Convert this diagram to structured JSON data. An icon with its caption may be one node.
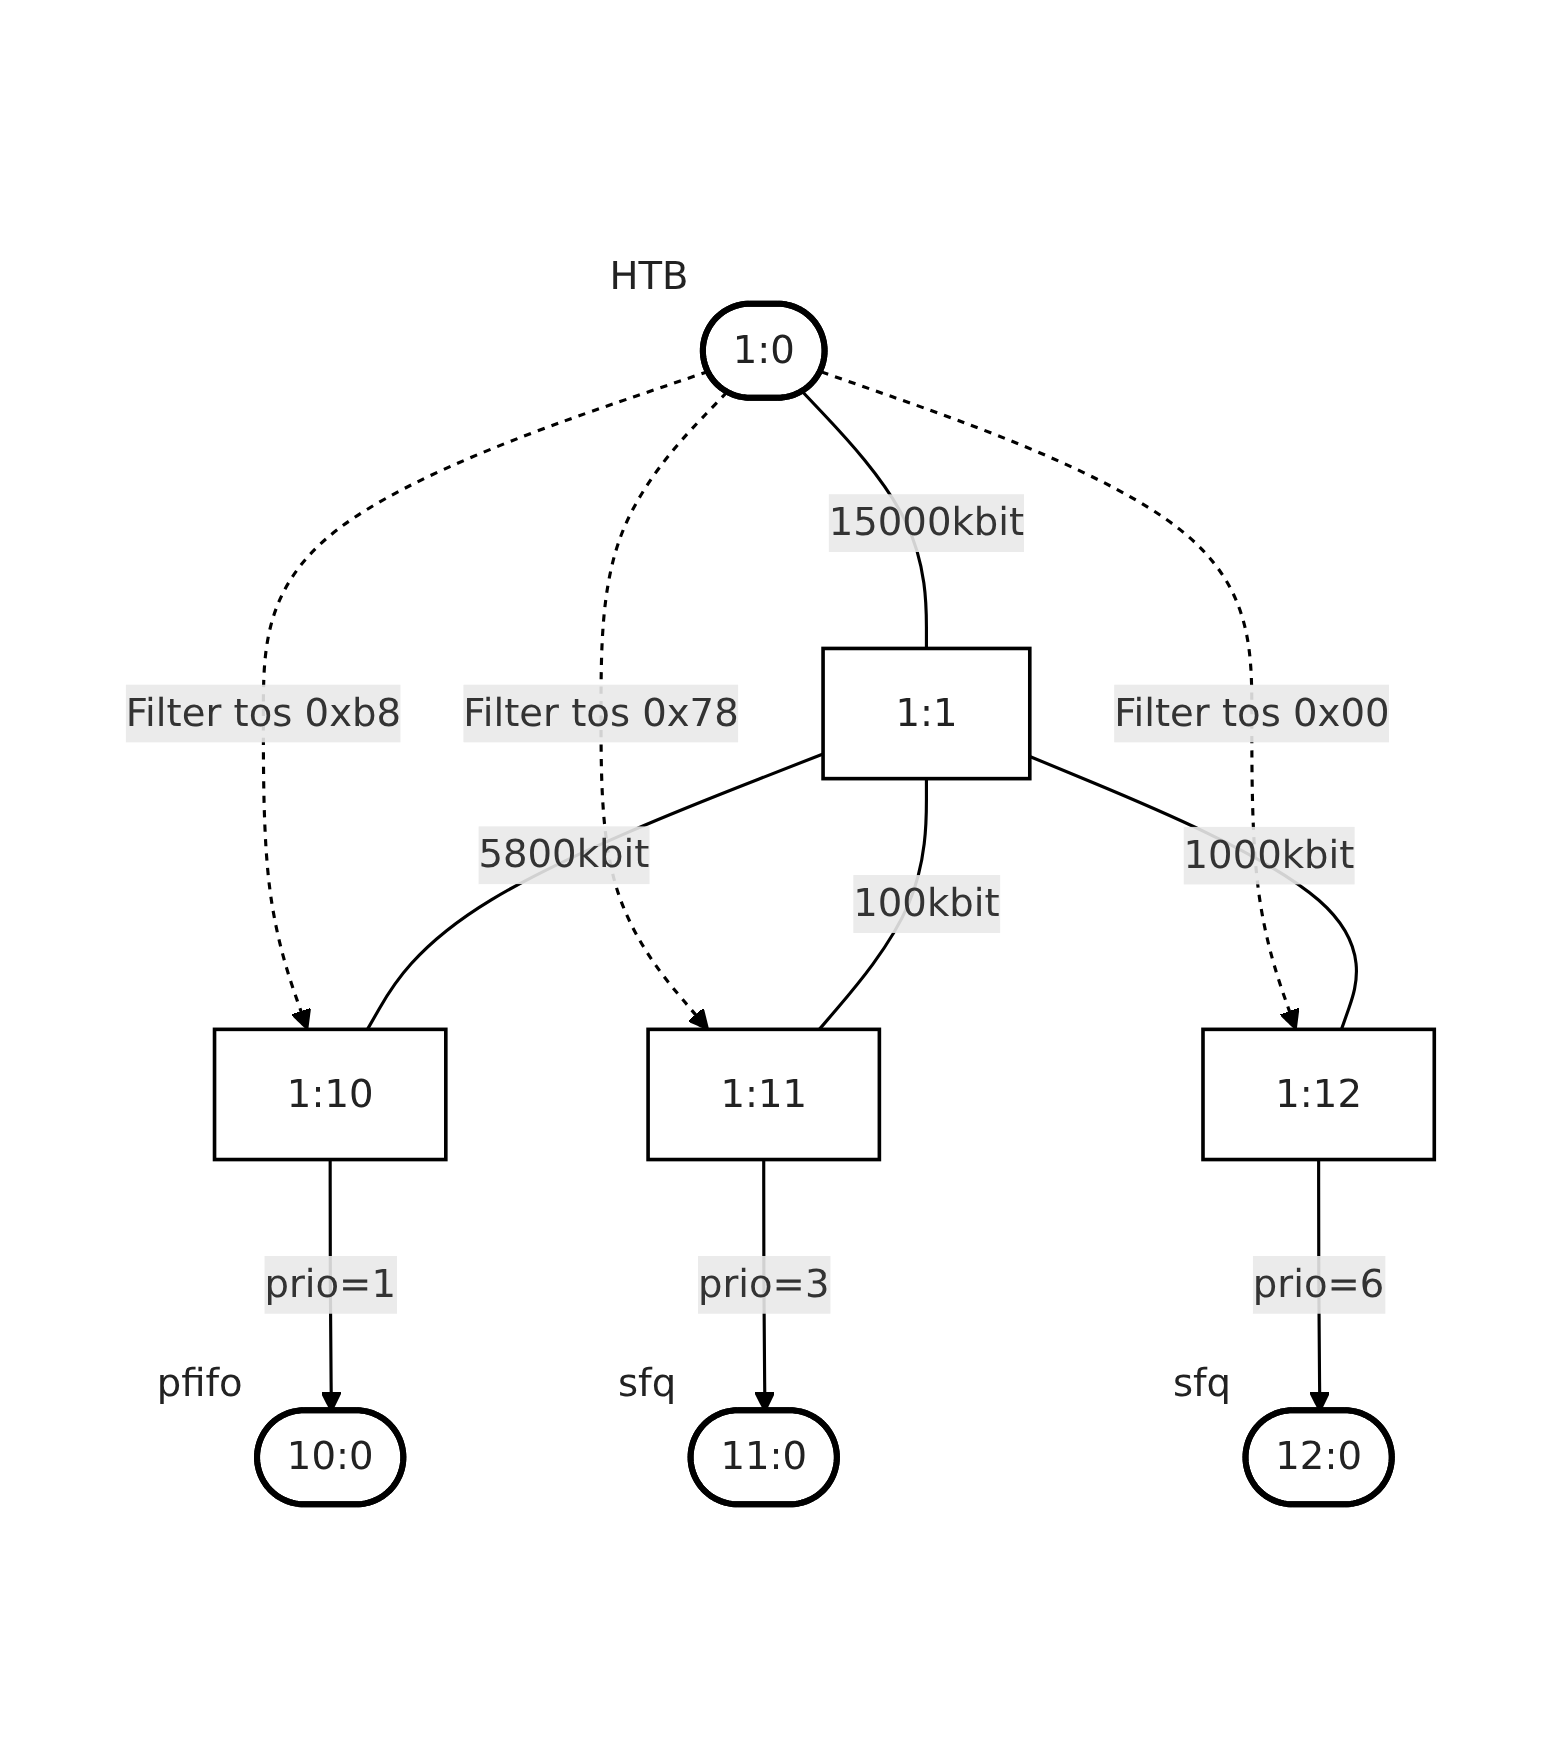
{
  "diagram": {
    "nodes": [
      {
        "text": [
          "1:0"
        ],
        "beside": [
          "HTB"
        ]
      },
      {
        "text": [
          "1:1"
        ]
      },
      {
        "text": [
          "1:10"
        ]
      },
      {
        "text": [
          "1:11"
        ]
      },
      {
        "text": [
          "1:12"
        ]
      },
      {
        "text": [
          "10:0"
        ],
        "beside": [
          "pfifo"
        ]
      },
      {
        "text": [
          "11:0"
        ],
        "beside": [
          "sfq"
        ]
      },
      {
        "text": [
          "12:0"
        ],
        "beside": [
          "sfq"
        ]
      }
    ],
    "edges": [
      {
        "from": 0,
        "to": 1,
        "arrow": "none",
        "label": "15000kbit"
      },
      {
        "from": 0,
        "to": 2,
        "arrow": "to",
        "label": "Filter tos 0xb8",
        "style": "dashed"
      },
      {
        "from": 0,
        "to": 3,
        "arrow": "to",
        "label": "Filter tos 0x78",
        "style": "dashed"
      },
      {
        "from": 0,
        "to": 4,
        "arrow": "to",
        "label": "Filter tos 0x00",
        "style": "dashed"
      },
      {
        "from": 1,
        "to": 2,
        "arrow": "none",
        "label": "5800kbit"
      },
      {
        "from": 1,
        "to": 3,
        "arrow": "none",
        "label": "100kbit"
      },
      {
        "from": 1,
        "to": 4,
        "arrow": "none",
        "label": "1000kbit"
      },
      {
        "from": 2,
        "to": 5,
        "arrow": "to",
        "label": "prio=1"
      },
      {
        "from": 3,
        "to": 6,
        "arrow": "to",
        "label": "prio=3"
      },
      {
        "from": 4,
        "to": 7,
        "arrow": "to",
        "label": "prio=6"
      }
    ]
  }
}
